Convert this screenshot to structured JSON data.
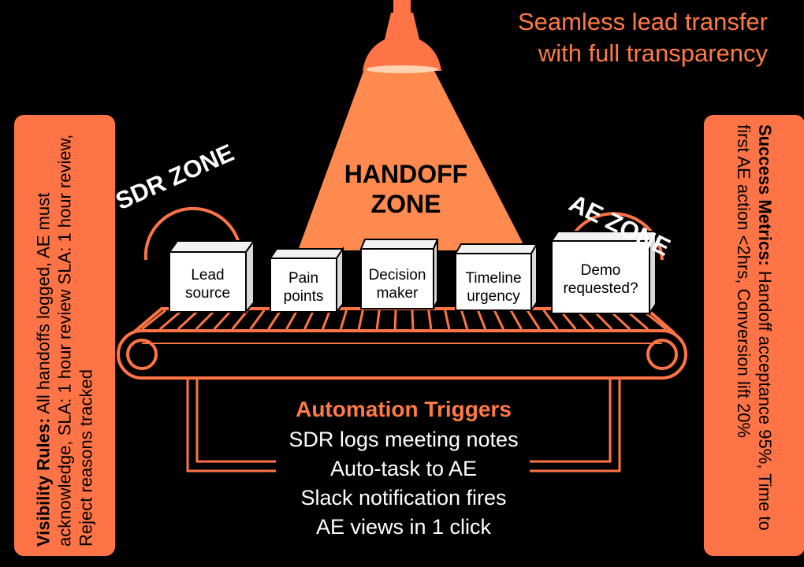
{
  "tagline": {
    "line1": "Seamless lead transfer",
    "line2": "with full transparency"
  },
  "handoff_zone": {
    "line1": "HANDOFF",
    "line2": "ZONE"
  },
  "sdr_zone": "SDR ZONE",
  "ae_zone": "AE ZONE",
  "boxes": [
    {
      "line1": "Lead",
      "line2": "source"
    },
    {
      "line1": "Pain",
      "line2": "points"
    },
    {
      "line1": "Decision",
      "line2": "maker"
    },
    {
      "line1": "Timeline",
      "line2": "urgency"
    },
    {
      "line1": "Demo",
      "line2": "requested?"
    }
  ],
  "automation": {
    "title": "Automation Triggers",
    "items": [
      "SDR logs meeting notes",
      "Auto-task to AE",
      "Slack notification fires",
      "AE views in 1 click"
    ]
  },
  "visibility_rules": {
    "label": "Visibility Rules:",
    "text": " All handoffs logged, AE must acknowledge, SLA: 1 hour review SLA: 1 hour review, Reject reasons tracked"
  },
  "success_metrics": {
    "label": "Success Metrics:",
    "text": " Handoff acceptance 95%, Time to first AE action <2hrs, Conversion lift 20%"
  },
  "colors": {
    "accent": "#ff7447",
    "background": "#000000",
    "box": "#ffffff"
  }
}
